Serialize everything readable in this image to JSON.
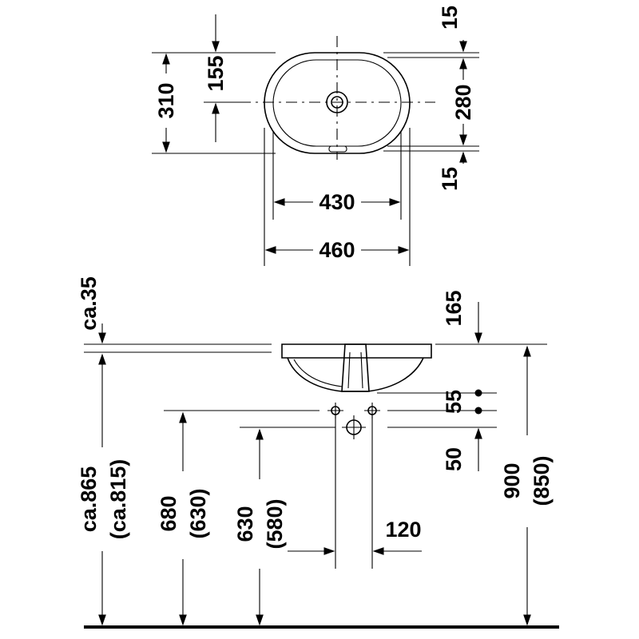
{
  "diagram": {
    "plan_view": {
      "dim_outer_depth": "310",
      "dim_outlet_offset": "155",
      "dim_top_rim": "15",
      "dim_inner_depth": "280",
      "dim_bottom_rim": "15",
      "dim_inner_width": "430",
      "dim_outer_width": "460"
    },
    "side_view": {
      "dim_rim_thickness": "ca.35",
      "dim_basin_depth": "165",
      "dim_valve_spacing": "55",
      "dim_waste_offset": "50",
      "dim_rim_height_a": "ca.865",
      "dim_rim_height_b": "(ca.815)",
      "dim_valve_height_a": "680",
      "dim_valve_height_b": "(630)",
      "dim_waste_height_a": "630",
      "dim_waste_height_b": "(580)",
      "dim_waste_width": "120",
      "dim_total_height_a": "900",
      "dim_total_height_b": "(850)"
    }
  }
}
